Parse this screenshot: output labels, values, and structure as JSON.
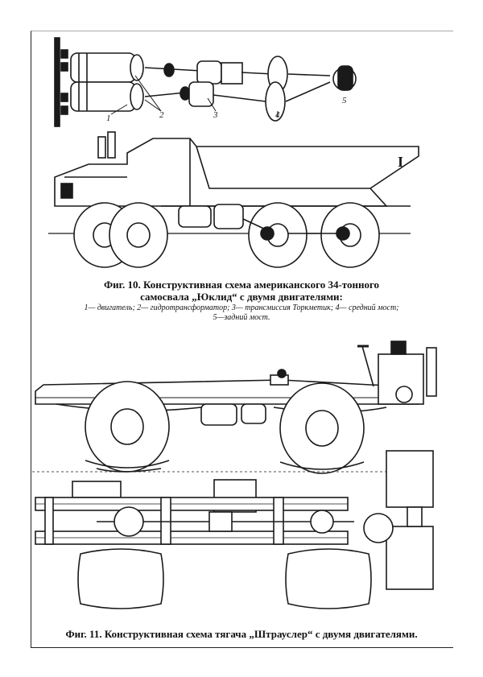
{
  "figure10": {
    "caption_line1": "Фиг. 10. Конструктивная схема американского 34-тонного",
    "caption_line2": "самосвала „Юклид“ с двумя двигателями:",
    "legend_line1": "1— двигатель; 2— гидротрансформатор; 3— трансмиссия Торкметик; 4— средний мост;",
    "legend_line2": "5—задний мост.",
    "callouts": [
      "1",
      "2",
      "3",
      "4",
      "5"
    ],
    "body_mark": "I"
  },
  "figure11": {
    "caption": "Фиг. 11. Конструктивная схема тягача „Штрауслер“ с двумя двигателями."
  }
}
